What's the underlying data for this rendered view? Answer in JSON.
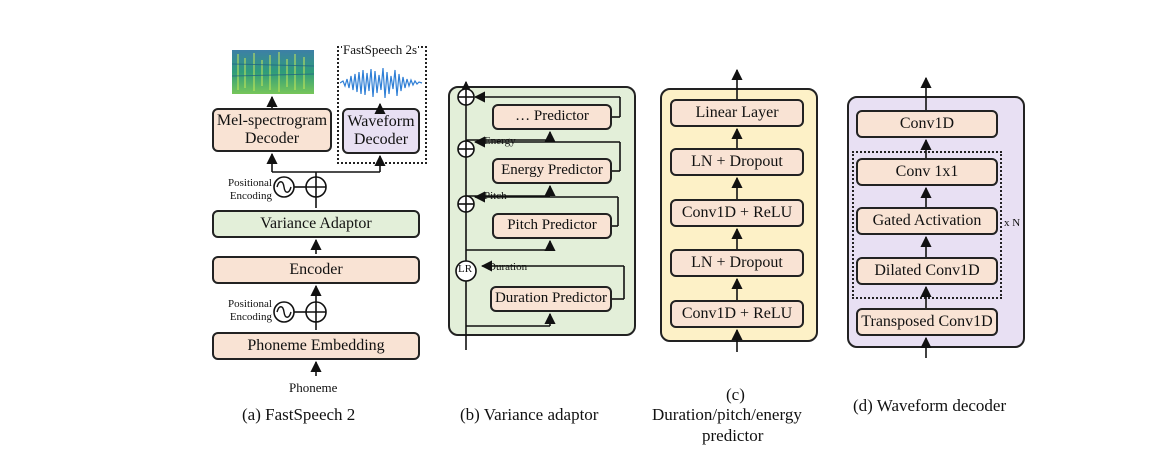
{
  "panel_a": {
    "mel_decoder": "Mel-spectrogram Decoder",
    "waveform_decoder": "Waveform Decoder",
    "fastspeech2s": "FastSpeech 2s",
    "positional_encoding": "Positional Encoding",
    "variance_adaptor": "Variance Adaptor",
    "encoder": "Encoder",
    "phoneme_embedding": "Phoneme Embedding",
    "phoneme": "Phoneme",
    "caption": "(a) FastSpeech 2"
  },
  "panel_b": {
    "more_predictor": "… Predictor",
    "energy_predictor": "Energy Predictor",
    "pitch_predictor": "Pitch Predictor",
    "duration_predictor": "Duration Predictor",
    "energy": "Energy",
    "pitch": "Pitch",
    "duration": "Duration",
    "lr": "LR",
    "caption": "(b) Variance adaptor"
  },
  "panel_c": {
    "layers": [
      "Linear Layer",
      "LN + Dropout",
      "Conv1D + ReLU",
      "LN + Dropout",
      "Conv1D + ReLU"
    ],
    "caption_line1": "(c)",
    "caption_line2": "Duration/pitch/energy",
    "caption_line3": "predictor"
  },
  "panel_d": {
    "layers": [
      "Conv1D",
      "Conv 1x1",
      "Gated Activation",
      "Dilated Conv1D",
      "Transposed Conv1D"
    ],
    "repeat": "x N",
    "caption": "(d) Waveform decoder"
  },
  "colors": {
    "peach": "#f9e3d4",
    "green": "#e3efd9",
    "lilac": "#e8e0f3",
    "yellow": "#fdf1c7"
  }
}
